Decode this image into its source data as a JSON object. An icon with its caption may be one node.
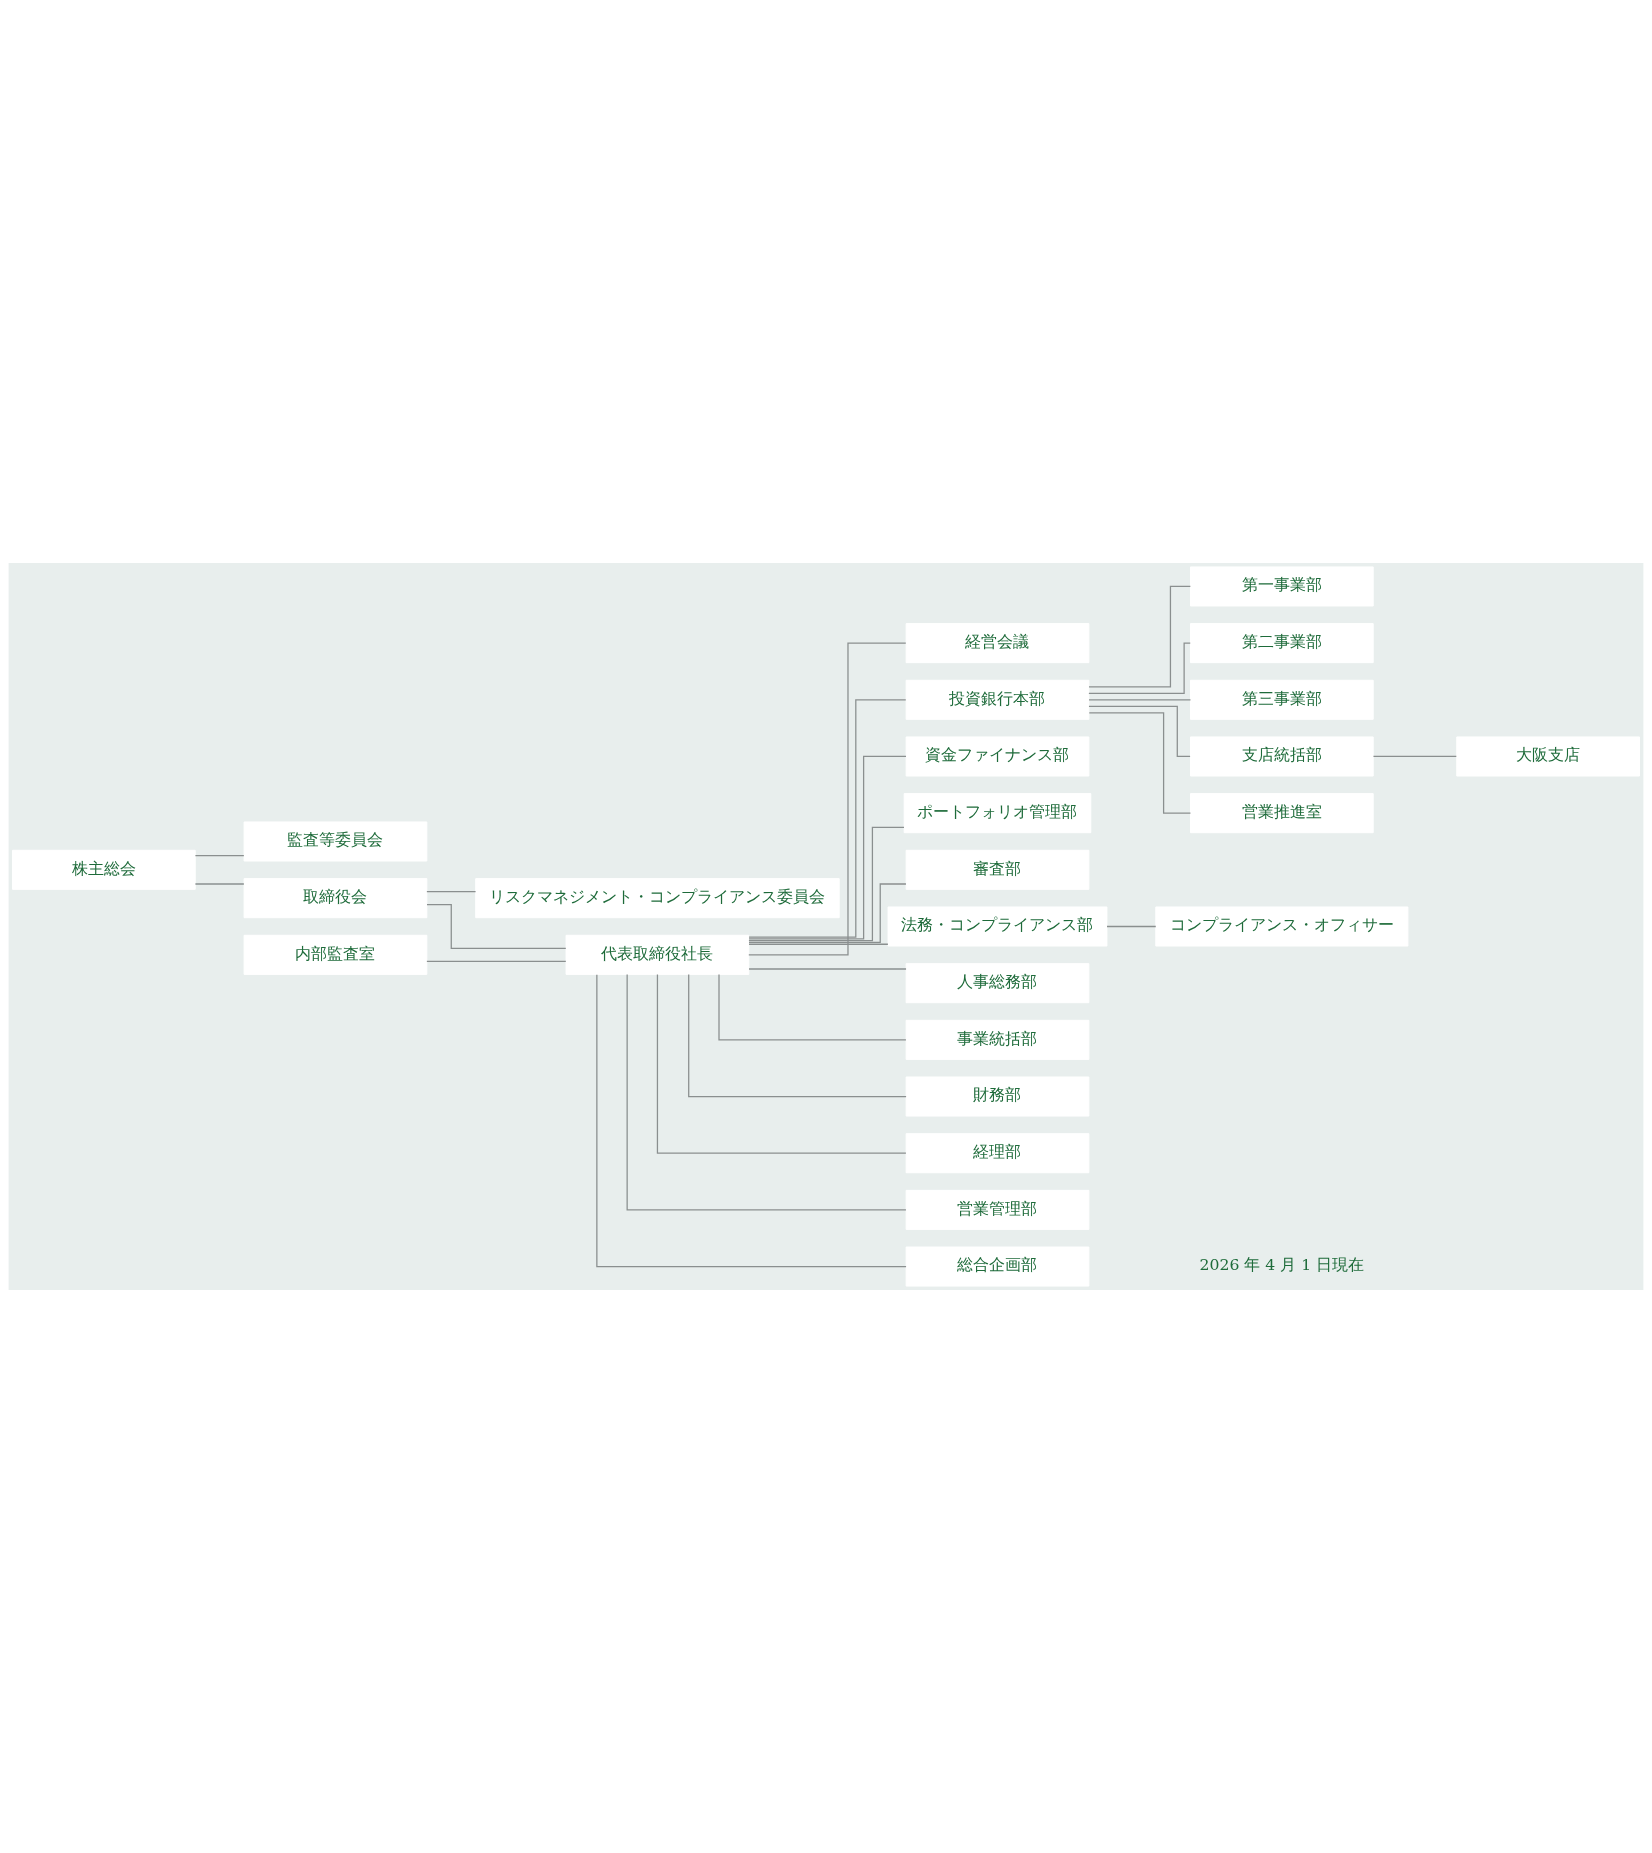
{
  "diagram": {
    "nodes": [
      {
        "text": [
          "株主総会"
        ]
      },
      {
        "text": [
          "監査等委員会"
        ]
      },
      {
        "text": [
          "取締役会"
        ]
      },
      {
        "text": [
          "リスクマネジメント・コンプライアンス委員会"
        ]
      },
      {
        "text": [
          "内部監査室"
        ]
      },
      {
        "text": [
          "代表取締役社長"
        ]
      },
      {
        "text": [
          "経営会議"
        ]
      },
      {
        "text": [
          "投資銀行本部"
        ]
      },
      {
        "text": [
          "第一事業部"
        ]
      },
      {
        "text": [
          "第二事業部"
        ]
      },
      {
        "text": [
          "第三事業部"
        ]
      },
      {
        "text": [
          "支店統括部"
        ]
      },
      {
        "text": [
          "大阪支店"
        ]
      },
      {
        "text": [
          "営業推進室"
        ]
      },
      {
        "text": [
          "資金ファイナンス部"
        ]
      },
      {
        "text": [
          "ポートフォリオ管理部"
        ]
      },
      {
        "text": [
          "審査部"
        ]
      },
      {
        "text": [
          "法務・コンプライアンス部"
        ]
      },
      {
        "text": [
          "コンプライアンス・オフィサー"
        ]
      },
      {
        "text": [
          "人事総務部"
        ]
      },
      {
        "text": [
          "事業統括部"
        ]
      },
      {
        "text": [
          "財務部"
        ]
      },
      {
        "text": [
          "経理部"
        ]
      },
      {
        "text": [
          "営業管理部"
        ]
      },
      {
        "text": [
          "総合企画部"
        ]
      }
    ],
    "edges": [
      {
        "from": 0,
        "to": 1,
        "arrow": "none"
      },
      {
        "from": 0,
        "to": 2,
        "arrow": "none"
      },
      {
        "from": 2,
        "to": 3,
        "arrow": "none"
      },
      {
        "from": 2,
        "to": 5,
        "arrow": "none"
      },
      {
        "from": 4,
        "to": 5,
        "arrow": "none"
      },
      {
        "from": 5,
        "to": 6,
        "arrow": "none"
      },
      {
        "from": 5,
        "to": 7,
        "arrow": "none"
      },
      {
        "from": 7,
        "to": 8,
        "arrow": "none"
      },
      {
        "from": 7,
        "to": 9,
        "arrow": "none"
      },
      {
        "from": 7,
        "to": 10,
        "arrow": "none"
      },
      {
        "from": 7,
        "to": 11,
        "arrow": "none"
      },
      {
        "from": 11,
        "to": 12,
        "arrow": "none"
      },
      {
        "from": 7,
        "to": 13,
        "arrow": "none"
      },
      {
        "from": 5,
        "to": 14,
        "arrow": "none"
      },
      {
        "from": 5,
        "to": 15,
        "arrow": "none"
      },
      {
        "from": 5,
        "to": 16,
        "arrow": "none"
      },
      {
        "from": 5,
        "to": 17,
        "arrow": "none"
      },
      {
        "from": 17,
        "to": 18,
        "arrow": "none"
      },
      {
        "from": 5,
        "to": 19,
        "arrow": "none"
      },
      {
        "from": 5,
        "to": 20,
        "arrow": "none"
      },
      {
        "from": 5,
        "to": 21,
        "arrow": "none"
      },
      {
        "from": 5,
        "to": 22,
        "arrow": "none"
      },
      {
        "from": 5,
        "to": 23,
        "arrow": "none"
      },
      {
        "from": 5,
        "to": 24,
        "arrow": "none"
      }
    ],
    "labels": [
      "2026 年 4 月 1 日現在"
    ]
  }
}
